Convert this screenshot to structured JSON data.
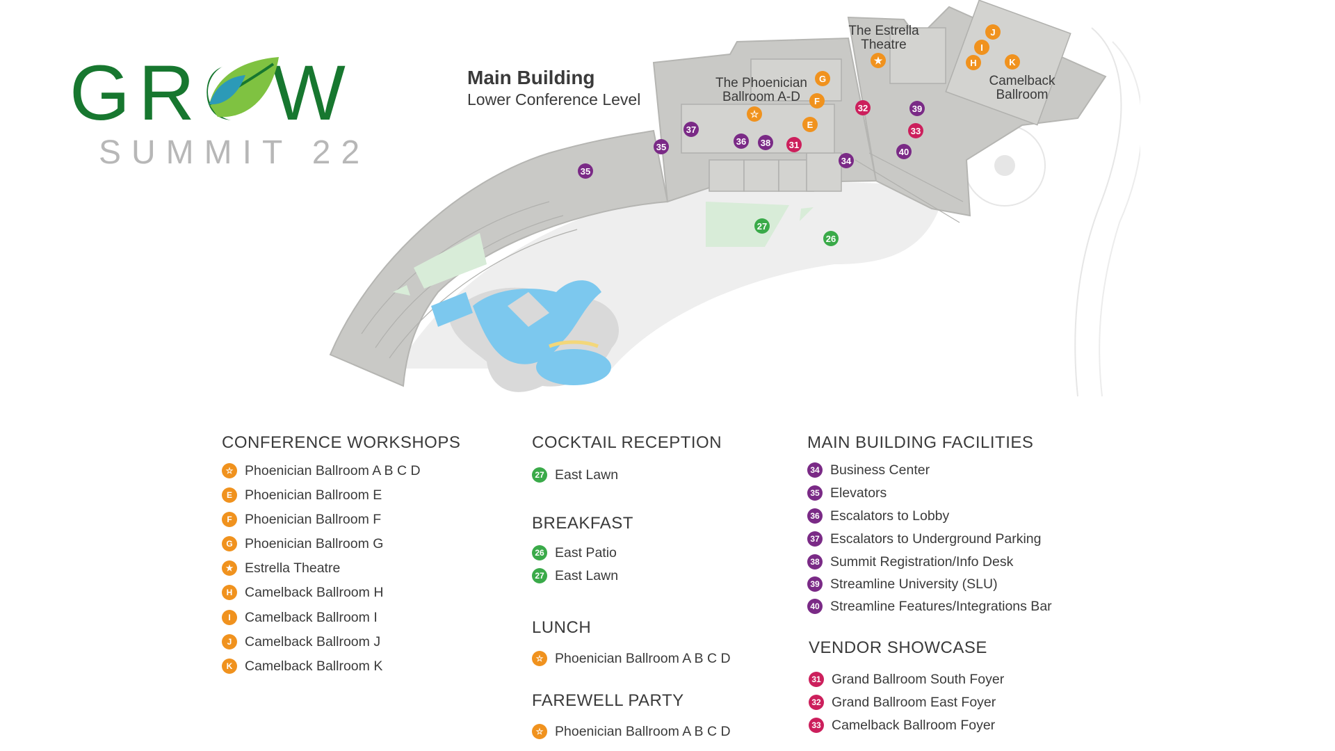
{
  "logo": {
    "word": "GROW",
    "sub": "SUMMIT 22"
  },
  "map": {
    "title": "Main Building",
    "subtitle": "Lower Conference Level",
    "labels": {
      "estrella": "The Estrella Theatre",
      "phoenician": "The Phoenician Ballroom A-D",
      "camelback": "Camelback Ballroom"
    },
    "markers": {
      "j": "J",
      "i": "I",
      "h": "H",
      "k": "K",
      "g": "G",
      "f": "F",
      "e": "E",
      "m32": "32",
      "m39": "39",
      "m33": "33",
      "m40": "40",
      "m34": "34",
      "m37": "37",
      "m35a": "35",
      "m35b": "35",
      "m36": "36",
      "m38": "38",
      "m31": "31",
      "m27": "27",
      "m26": "26",
      "star": "★",
      "star_outline": "☆"
    }
  },
  "legend": {
    "workshops": {
      "title": "CONFERENCE WORKSHOPS",
      "items": [
        {
          "icon": "☆",
          "label": "Phoenician Ballroom A B C D"
        },
        {
          "icon": "E",
          "label": "Phoenician Ballroom E"
        },
        {
          "icon": "F",
          "label": "Phoenician Ballroom F"
        },
        {
          "icon": "G",
          "label": "Phoenician Ballroom G"
        },
        {
          "icon": "★",
          "label": "Estrella Theatre"
        },
        {
          "icon": "H",
          "label": "Camelback Ballroom H"
        },
        {
          "icon": "I",
          "label": "Camelback Ballroom I"
        },
        {
          "icon": "J",
          "label": "Camelback Ballroom J"
        },
        {
          "icon": "K",
          "label": "Camelback Ballroom K"
        }
      ]
    },
    "cocktail": {
      "title": "COCKTAIL RECEPTION",
      "items": [
        {
          "icon": "27",
          "label": "East Lawn"
        }
      ]
    },
    "breakfast": {
      "title": "BREAKFAST",
      "items": [
        {
          "icon": "26",
          "label": "East Patio"
        },
        {
          "icon": "27",
          "label": "East Lawn"
        }
      ]
    },
    "lunch": {
      "title": "LUNCH",
      "items": [
        {
          "icon": "☆",
          "label": "Phoenician Ballroom A B C D"
        }
      ]
    },
    "farewell": {
      "title": "FAREWELL PARTY",
      "items": [
        {
          "icon": "☆",
          "label": "Phoenician Ballroom A B C D"
        }
      ]
    },
    "facilities": {
      "title": "MAIN BUILDING FACILITIES",
      "items": [
        {
          "icon": "34",
          "label": "Business Center"
        },
        {
          "icon": "35",
          "label": "Elevators"
        },
        {
          "icon": "36",
          "label": "Escalators to Lobby"
        },
        {
          "icon": "37",
          "label": "Escalators to Underground Parking"
        },
        {
          "icon": "38",
          "label": "Summit Registration/Info Desk"
        },
        {
          "icon": "39",
          "label": "Streamline University (SLU)"
        },
        {
          "icon": "40",
          "label": "Streamline Features/Integrations Bar"
        }
      ]
    },
    "vendor": {
      "title": "VENDOR SHOWCASE",
      "items": [
        {
          "icon": "31",
          "label": "Grand Ballroom South Foyer"
        },
        {
          "icon": "32",
          "label": "Grand Ballroom East Foyer"
        },
        {
          "icon": "33",
          "label": "Camelback Ballroom Foyer"
        }
      ]
    }
  },
  "colors": {
    "orange": "#f0921e",
    "purple": "#7a2a86",
    "magenta": "#cc1f5c",
    "green": "#3aaa49",
    "logo_green": "#17772f",
    "water": "#7cc8ee"
  }
}
